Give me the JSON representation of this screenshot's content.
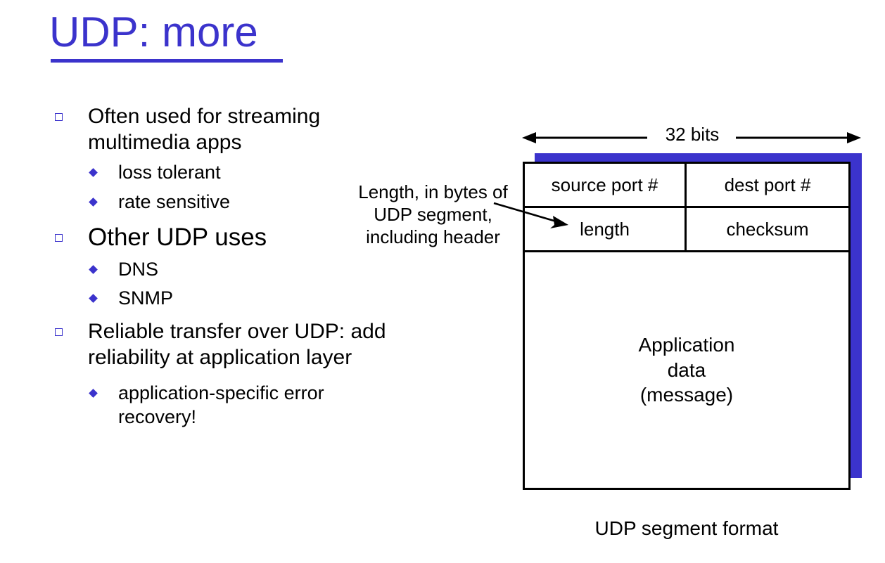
{
  "slide": {
    "title": "UDP: more",
    "title_color": "#3B33CC",
    "background": "#ffffff"
  },
  "bullets": [
    {
      "level": 1,
      "marker": "hollow-square",
      "text": "Often used for streaming multimedia apps"
    },
    {
      "level": 2,
      "marker": "blue-diamond",
      "text": "loss tolerant"
    },
    {
      "level": 2,
      "marker": "blue-diamond",
      "text": "rate sensitive"
    },
    {
      "level": 1,
      "marker": "hollow-square",
      "text": "Other UDP uses",
      "emphasis": "large"
    },
    {
      "level": 2,
      "marker": "blue-diamond",
      "text": "DNS"
    },
    {
      "level": 2,
      "marker": "blue-diamond",
      "text": "SNMP"
    },
    {
      "level": 1,
      "marker": "hollow-square",
      "text": "Reliable transfer over UDP: add reliability at application layer"
    },
    {
      "level": 2,
      "marker": "blue-diamond",
      "text": "application-specific error recovery!"
    }
  ],
  "diagram": {
    "width_label": "32 bits",
    "callout": "Length, in bytes of UDP segment, including header",
    "header_rows": [
      {
        "left": "source port #",
        "right": "dest port #"
      },
      {
        "left": "length",
        "right": "checksum"
      }
    ],
    "payload": "Application\ndata\n(message)",
    "payload_lines": [
      "Application",
      "data",
      "(message)"
    ],
    "caption": "UDP segment format",
    "shadow_color": "#3B33CC",
    "border_color": "#000000"
  }
}
